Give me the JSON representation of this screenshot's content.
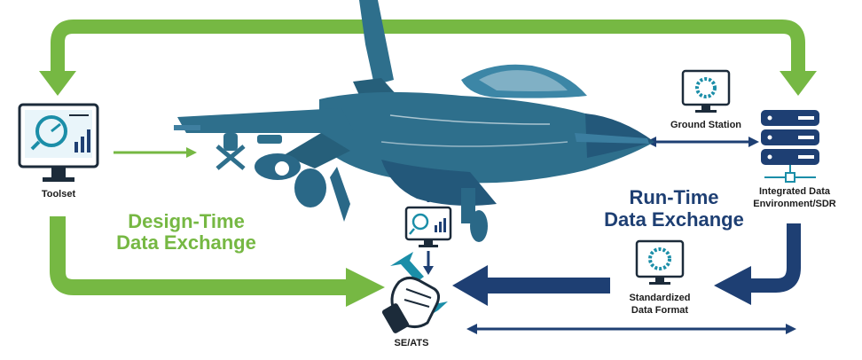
{
  "labels": {
    "toolset": "Toolset",
    "ground_station": "Ground Station",
    "integrated_data": "Integrated Data",
    "environment_sdr": "Environment/SDR",
    "standardized": "Standardized",
    "data_format": "Data Format",
    "se_ats": "SE/ATS"
  },
  "titles": {
    "design_line1": "Design-Time",
    "design_line2": "Data Exchange",
    "run_line1": "Run-Time",
    "run_line2": "Data Exchange"
  },
  "colors": {
    "green": "#76b843",
    "navy": "#1e3f73",
    "teal": "#1b8ea8",
    "jet": "#2e6f8c"
  },
  "icons": [
    "monitor-analytics-icon",
    "monitor-gear-icon",
    "server-stack-icon",
    "wrench-hand-icon",
    "fighter-jet-icon"
  ]
}
